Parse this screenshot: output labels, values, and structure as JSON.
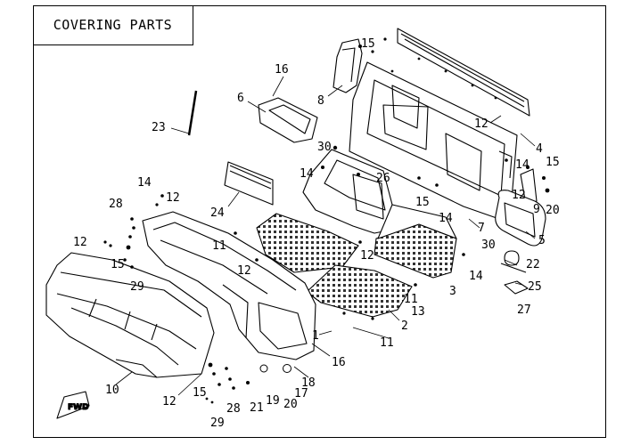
{
  "diagram": {
    "title": "COVERING PARTS",
    "direction_marker": "FWD",
    "callouts": [
      {
        "id": "c-15a",
        "text": "15"
      },
      {
        "id": "c-16a",
        "text": "16"
      },
      {
        "id": "c-6",
        "text": "6"
      },
      {
        "id": "c-8",
        "text": "8"
      },
      {
        "id": "c-23",
        "text": "23"
      },
      {
        "id": "c-12a",
        "text": "12"
      },
      {
        "id": "c-4",
        "text": "4"
      },
      {
        "id": "c-30a",
        "text": "30"
      },
      {
        "id": "c-14a",
        "text": "14"
      },
      {
        "id": "c-26",
        "text": "26"
      },
      {
        "id": "c-14b",
        "text": "14"
      },
      {
        "id": "c-15b",
        "text": "15"
      },
      {
        "id": "c-12b",
        "text": "12"
      },
      {
        "id": "c-9",
        "text": "9"
      },
      {
        "id": "c-20a",
        "text": "20"
      },
      {
        "id": "c-14c",
        "text": "14"
      },
      {
        "id": "c-12c",
        "text": "12"
      },
      {
        "id": "c-24",
        "text": "24"
      },
      {
        "id": "c-15c",
        "text": "15"
      },
      {
        "id": "c-14d",
        "text": "14"
      },
      {
        "id": "c-7",
        "text": "7"
      },
      {
        "id": "c-5",
        "text": "5"
      },
      {
        "id": "c-28a",
        "text": "28"
      },
      {
        "id": "c-11a",
        "text": "11"
      },
      {
        "id": "c-30b",
        "text": "30"
      },
      {
        "id": "c-12d",
        "text": "12"
      },
      {
        "id": "c-22",
        "text": "22"
      },
      {
        "id": "c-14e",
        "text": "14"
      },
      {
        "id": "c-15d",
        "text": "15"
      },
      {
        "id": "c-12e",
        "text": "12"
      },
      {
        "id": "c-12f",
        "text": "12"
      },
      {
        "id": "c-29a",
        "text": "29"
      },
      {
        "id": "c-3",
        "text": "3"
      },
      {
        "id": "c-25",
        "text": "25"
      },
      {
        "id": "c-11b",
        "text": "11"
      },
      {
        "id": "c-13",
        "text": "13"
      },
      {
        "id": "c-27",
        "text": "27"
      },
      {
        "id": "c-2",
        "text": "2"
      },
      {
        "id": "c-1",
        "text": "1"
      },
      {
        "id": "c-11c",
        "text": "11"
      },
      {
        "id": "c-16b",
        "text": "16"
      },
      {
        "id": "c-10",
        "text": "10"
      },
      {
        "id": "c-18",
        "text": "18"
      },
      {
        "id": "c-12g",
        "text": "12"
      },
      {
        "id": "c-15e",
        "text": "15"
      },
      {
        "id": "c-17",
        "text": "17"
      },
      {
        "id": "c-19",
        "text": "19"
      },
      {
        "id": "c-20b",
        "text": "20"
      },
      {
        "id": "c-28b",
        "text": "28"
      },
      {
        "id": "c-21",
        "text": "21"
      },
      {
        "id": "c-29b",
        "text": "29"
      }
    ]
  }
}
